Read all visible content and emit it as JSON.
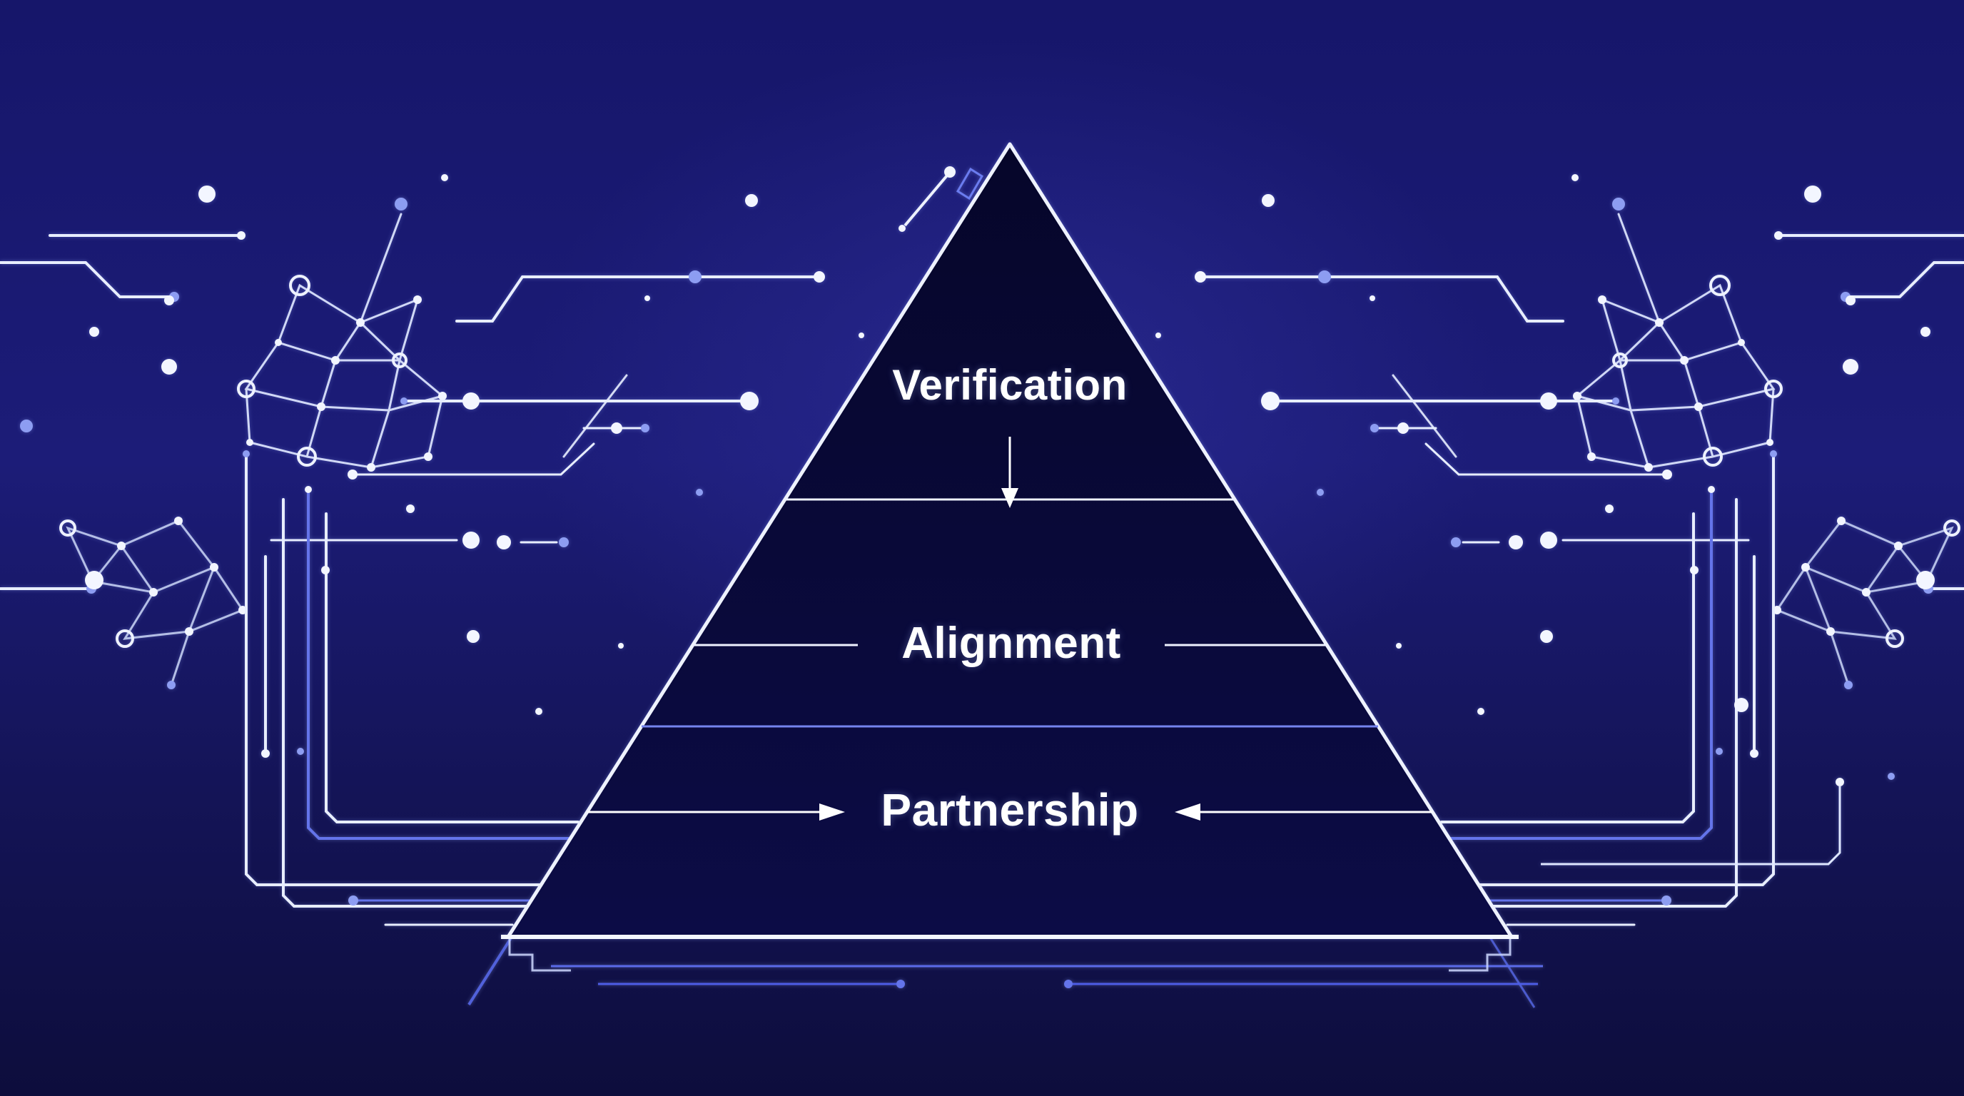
{
  "diagram": {
    "type": "pyramid",
    "levels": [
      {
        "label": "Verification"
      },
      {
        "label": "Alignment"
      },
      {
        "label": "Partnership"
      }
    ],
    "connectors": [
      {
        "from_level": "Verification",
        "shape": "down-arrow"
      },
      {
        "at_level": "Alignment",
        "shape": "side-lines"
      },
      {
        "at_level": "Partnership",
        "shape": "inward-arrows"
      }
    ],
    "colors": {
      "background_top": "#16166a",
      "background_mid": "#1c1c78",
      "background_bottom": "#0d0d3c",
      "pyramid_fill": "#080832",
      "outline_white": "#eef2ff",
      "accent_blue": "#5465e2",
      "echo_blue": "#4d5de6",
      "dot_periwinkle": "#8d9df2",
      "text": "#ffffff"
    }
  }
}
